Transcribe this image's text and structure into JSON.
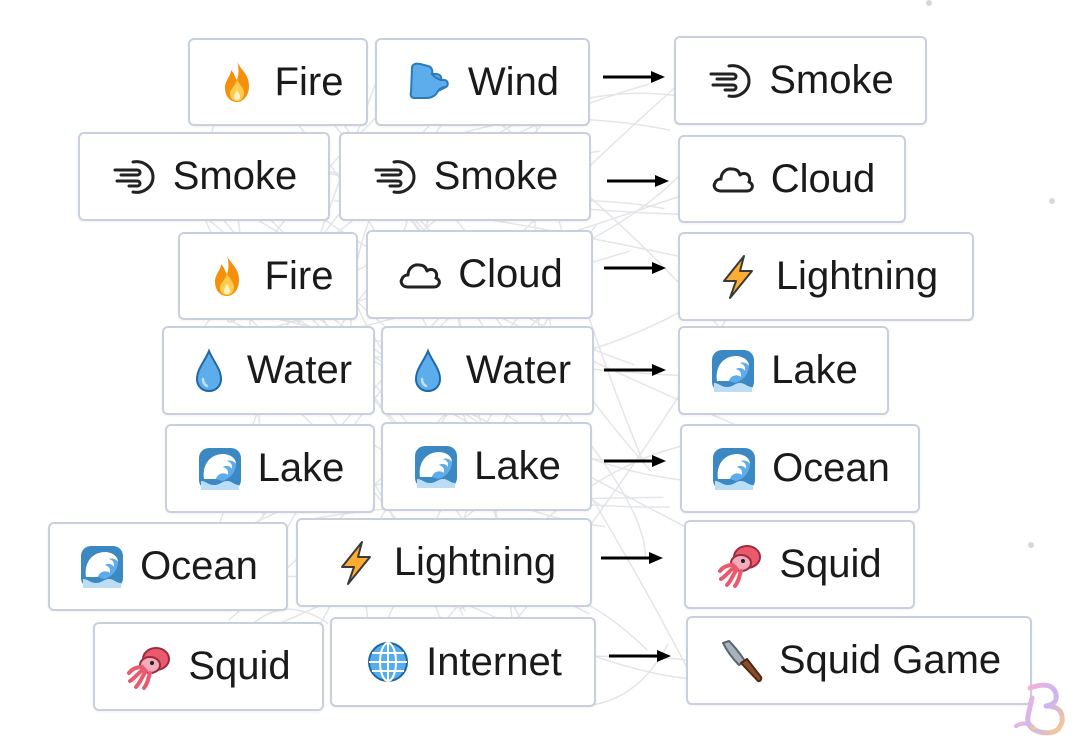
{
  "recipes": [
    {
      "a": {
        "label": "Fire",
        "icon": "fire-icon"
      },
      "b": {
        "label": "Wind",
        "icon": "wind-icon"
      },
      "result": {
        "label": "Smoke",
        "icon": "smoke-icon"
      }
    },
    {
      "a": {
        "label": "Smoke",
        "icon": "smoke-icon"
      },
      "b": {
        "label": "Smoke",
        "icon": "smoke-icon"
      },
      "result": {
        "label": "Cloud",
        "icon": "cloud-icon"
      }
    },
    {
      "a": {
        "label": "Fire",
        "icon": "fire-icon"
      },
      "b": {
        "label": "Cloud",
        "icon": "cloud-icon"
      },
      "result": {
        "label": "Lightning",
        "icon": "lightning-icon"
      }
    },
    {
      "a": {
        "label": "Water",
        "icon": "water-drop-icon"
      },
      "b": {
        "label": "Water",
        "icon": "water-drop-icon"
      },
      "result": {
        "label": "Lake",
        "icon": "wave-icon"
      }
    },
    {
      "a": {
        "label": "Lake",
        "icon": "wave-icon"
      },
      "b": {
        "label": "Lake",
        "icon": "wave-icon"
      },
      "result": {
        "label": "Ocean",
        "icon": "wave-icon"
      }
    },
    {
      "a": {
        "label": "Ocean",
        "icon": "wave-icon"
      },
      "b": {
        "label": "Lightning",
        "icon": "lightning-icon"
      },
      "result": {
        "label": "Squid",
        "icon": "squid-icon"
      }
    },
    {
      "a": {
        "label": "Squid",
        "icon": "squid-icon"
      },
      "b": {
        "label": "Internet",
        "icon": "globe-icon"
      },
      "result": {
        "label": "Squid Game",
        "icon": "knife-icon"
      }
    }
  ],
  "colors": {
    "tile_border": "#c7d0dc",
    "text": "#1a1a1a",
    "arrow": "#000000",
    "background_lines": "#e3e5e8"
  }
}
